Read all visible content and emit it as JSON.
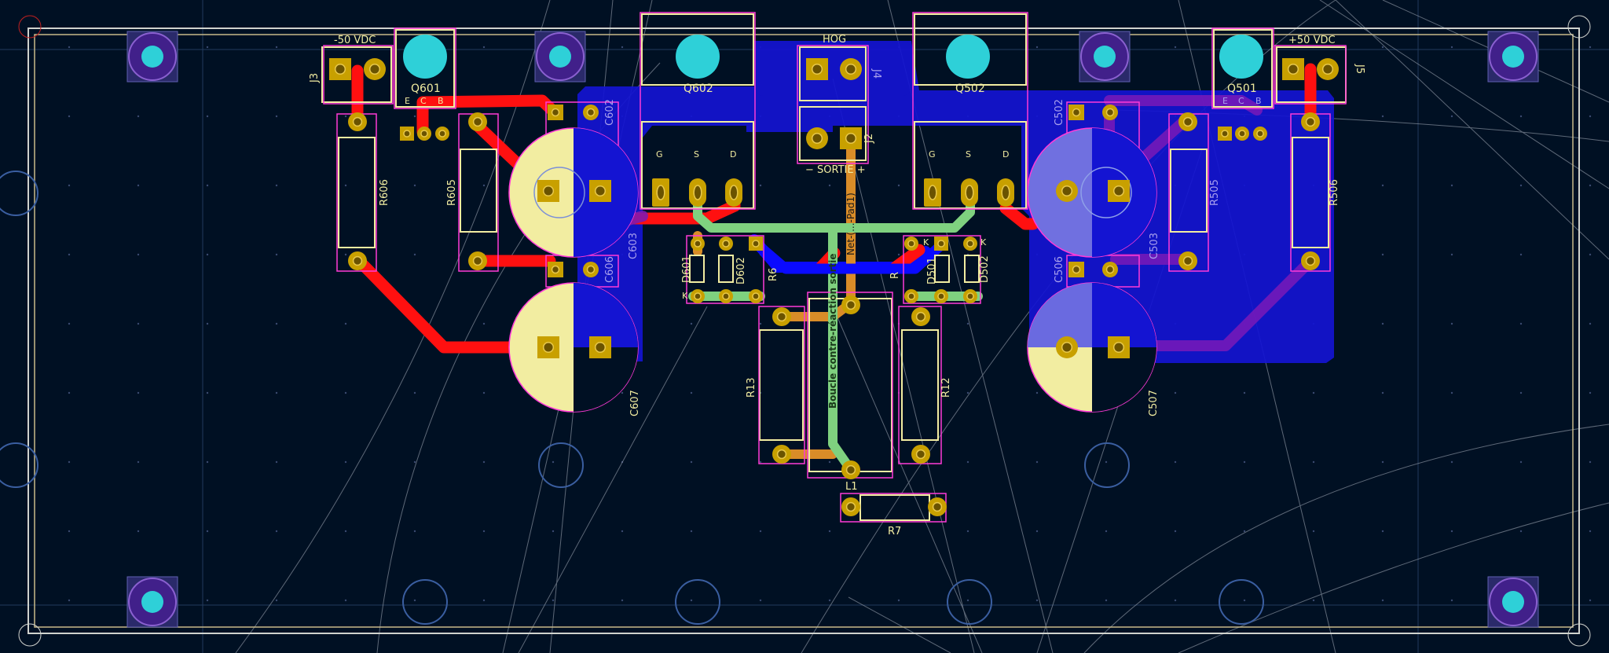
{
  "view": {
    "background": "#001023",
    "colors": {
      "edge": "#d0d2cd",
      "silk": "#f2eda1",
      "fab": "#c4a8f0",
      "courtyard": "#ff26e2",
      "copper_front": "#ff0000",
      "copper_back": "#0a0aff",
      "zone_back": "#1414d2",
      "net_orange": "#d98c28",
      "net_green": "#7fd17f",
      "pad": "#c8a000",
      "drill": "#e8c84a",
      "heatsink": "#2ed0d8",
      "cap_body": "#f2eda1"
    }
  },
  "labels": {
    "j3_voltage": "-50 VDC",
    "j5_voltage": "+50 VDC",
    "hog": "HOG",
    "sortie": "− SORTIE +",
    "j2": "J2",
    "j3": "J3",
    "j4": "J4",
    "j5": "J5",
    "q601": "Q601",
    "q602": "Q602",
    "q502": "Q502",
    "q501": "Q501",
    "r605": "R605",
    "r606": "R606",
    "r505": "R505",
    "r506": "R506",
    "r13": "R13",
    "r12": "R12",
    "r7": "R7",
    "l1": "L1",
    "c602": "C602",
    "c603": "C603",
    "c606": "C606",
    "c607": "C607",
    "c502": "C502",
    "c503": "C503",
    "c506": "C506",
    "c507": "C507",
    "d601": "D601",
    "d602": "D602",
    "d501": "D501",
    "d502": "D502",
    "r6": "R6",
    "r5": "R",
    "net_label": "Net-(...-Pad1)",
    "feedback_label": "Boucle contre-réaction sortie",
    "pin_e": "E",
    "pin_c": "C",
    "pin_b": "B",
    "pin_g": "G",
    "pin_s": "S",
    "pin_d": "D",
    "pin_k": "K"
  }
}
